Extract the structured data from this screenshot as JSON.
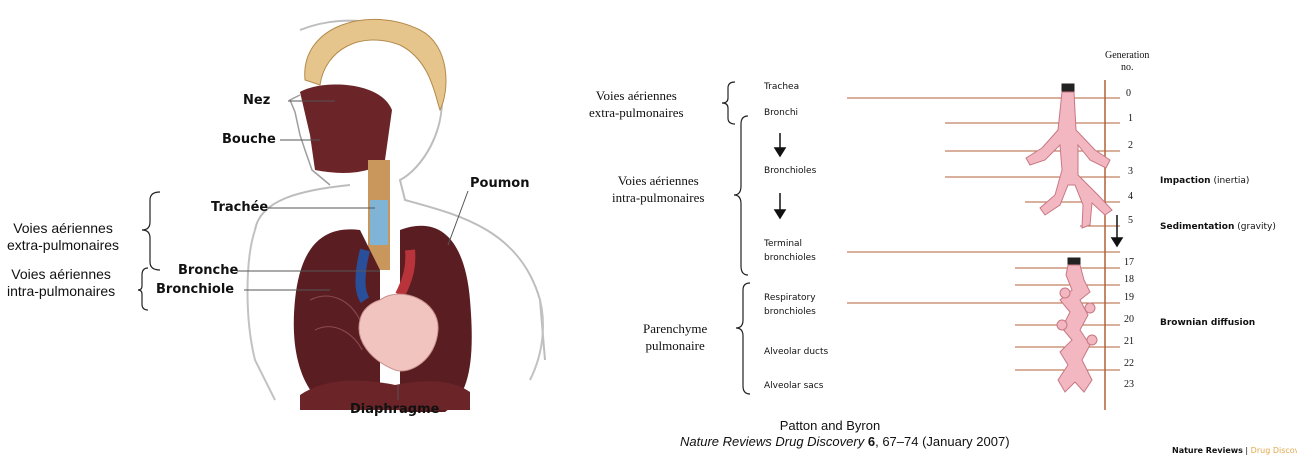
{
  "anatomy": {
    "labels": {
      "nose": "Nez",
      "mouth": "Bouche",
      "trachea": "Trachée",
      "lung": "Poumon",
      "bronchus": "Bronche",
      "bronchiole": "Bronchiole",
      "diaphragm": "Diaphragme"
    },
    "groups": {
      "extra": [
        "Voies aériennes",
        "extra-pulmonaires"
      ],
      "intra": [
        "Voies aériennes",
        "intra-pulmonaires"
      ]
    }
  },
  "airways": {
    "column_header": [
      "Generation",
      "no."
    ],
    "groups": {
      "extra": [
        "Voies aériennes",
        "extra-pulmonaires"
      ],
      "intra": [
        "Voies aériennes",
        "intra-pulmonaires"
      ],
      "parenchyma": [
        "Parenchyme",
        "pulmonaire"
      ]
    },
    "structures": {
      "trachea": "Trachea",
      "bronchi": "Bronchi",
      "bronchioles": "Bronchioles",
      "terminal": [
        "Terminal",
        "bronchioles"
      ],
      "respiratory": [
        "Respiratory",
        "bronchioles"
      ],
      "alveolar_ducts": "Alveolar ducts",
      "alveolar_sacs": "Alveolar sacs"
    },
    "generations": [
      "0",
      "1",
      "2",
      "3",
      "4",
      "5",
      "17",
      "18",
      "19",
      "20",
      "21",
      "22",
      "23"
    ],
    "mechanisms": [
      {
        "name": "Impaction",
        "detail": "(inertia)"
      },
      {
        "name": "Sedimentation",
        "detail": "(gravity)"
      },
      {
        "name": "Brownian diffusion",
        "detail": ""
      }
    ]
  },
  "citation": {
    "authors": "Patton and Byron",
    "journal": "Nature Reviews Drug Discovery",
    "volume": "6",
    "rest": ", 67–74 (January 2007)"
  },
  "credit": {
    "brand": "Nature Reviews",
    "sep": " | ",
    "journal": "Drug Discovery"
  },
  "colors": {
    "bone": "#e6c58c",
    "lung_dark": "#5a1e22",
    "heart": "#f2c4c0",
    "airway_pink": "#f2b7c0",
    "line_orange": "#b0623a"
  }
}
